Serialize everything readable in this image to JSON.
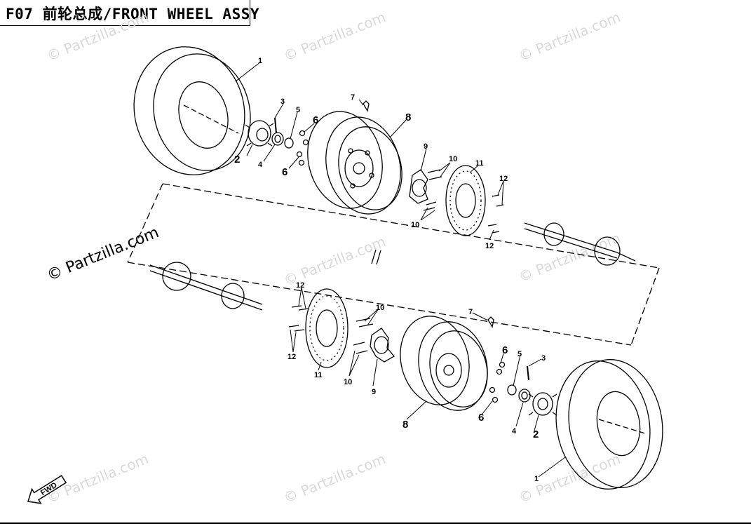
{
  "title": "F07 前轮总成/FRONT WHEEL ASSY",
  "watermark": "© Partzilla.com",
  "fwd_label": "FWD",
  "labels": {
    "tire": "1",
    "cap": "2",
    "cotter_pin": "3",
    "nut": "4",
    "washer": "5",
    "lug_nut": "6",
    "valve": "7",
    "rim": "8",
    "hub": "9",
    "hub_bolt": "10",
    "brake_disc": "11",
    "disc_bolt": "12"
  }
}
